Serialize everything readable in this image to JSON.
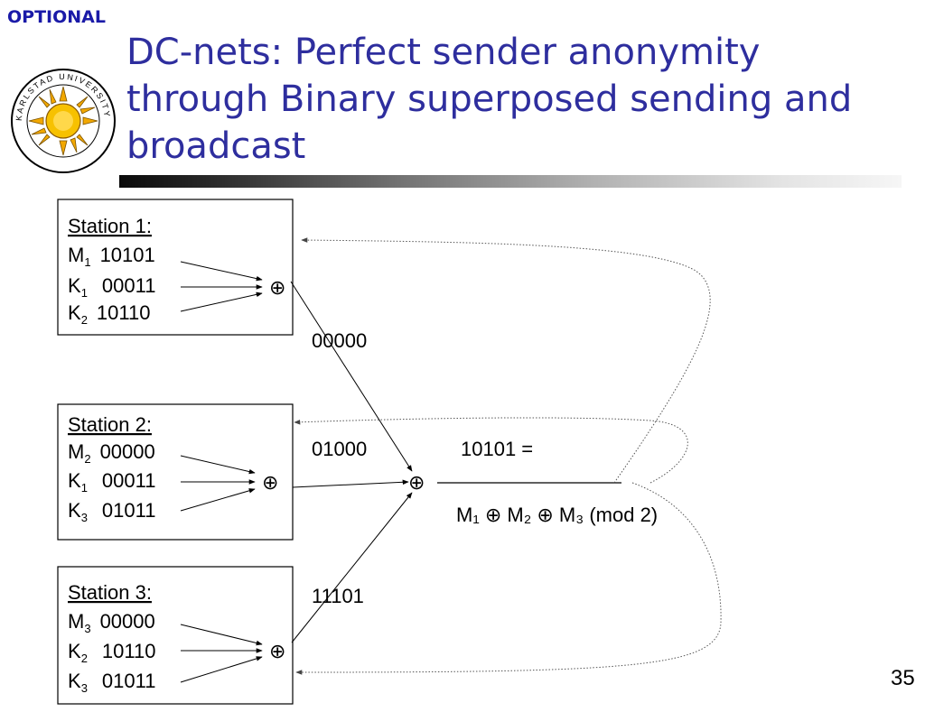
{
  "header": {
    "tag": "OPTIONAL",
    "title_lines": [
      "DC-nets: Perfect sender anonymity",
      "through Binary superposed sending and",
      "broadcast"
    ],
    "logo_text": "KARLSTAD UNIVERSITY"
  },
  "diagram": {
    "xor_symbol": "⊕",
    "stations": [
      {
        "title": "Station 1:",
        "rows": [
          {
            "name": "M",
            "sub": "1",
            "bits": "10101"
          },
          {
            "name": "K",
            "sub": "1",
            "bits": "00011"
          },
          {
            "name": "K",
            "sub": "2",
            "bits": "10110"
          }
        ],
        "output": "00000"
      },
      {
        "title": "Station 2:",
        "rows": [
          {
            "name": "M",
            "sub": "2",
            "bits": "00000"
          },
          {
            "name": "K",
            "sub": "1",
            "bits": "00011"
          },
          {
            "name": "K",
            "sub": "3",
            "bits": "01011"
          }
        ],
        "output": "01000"
      },
      {
        "title": "Station 3:",
        "rows": [
          {
            "name": "M",
            "sub": "3",
            "bits": "00000"
          },
          {
            "name": "K",
            "sub": "2",
            "bits": "10110"
          },
          {
            "name": "K",
            "sub": "3",
            "bits": "01011"
          }
        ],
        "output": "11101"
      }
    ],
    "result": {
      "value": "10101 =",
      "formula": "M₁ ⊕ M₂ ⊕ M₃ (mod 2)"
    }
  },
  "footer": {
    "slide_number": "35"
  }
}
